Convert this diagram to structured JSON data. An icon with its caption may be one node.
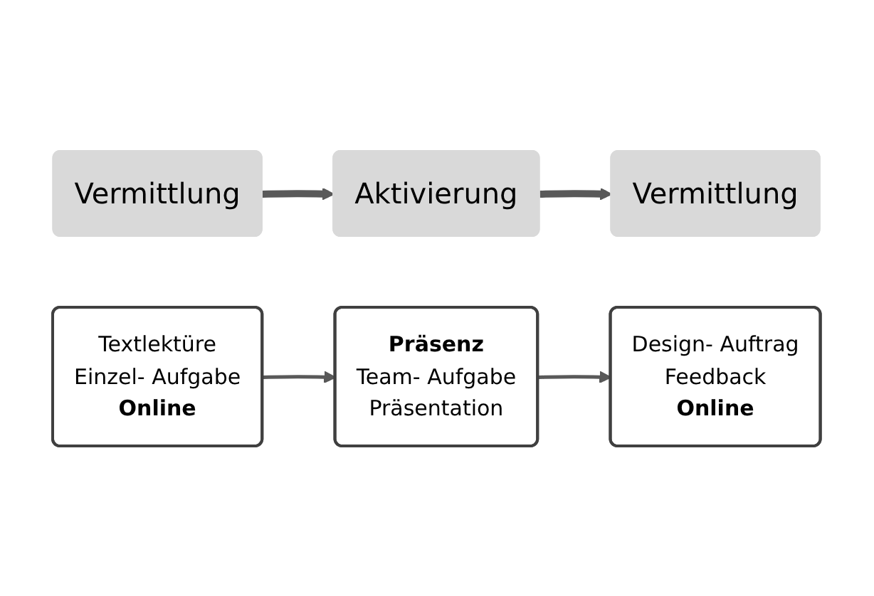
{
  "diagram": {
    "nodes": [
      {
        "text": [
          "Vermittlung"
        ]
      },
      {
        "text": [
          "Aktivierung"
        ]
      },
      {
        "text": [
          "Vermittlung"
        ]
      },
      {
        "text": [
          "Textlektüre",
          "Einzel- Aufgabe",
          "Online"
        ]
      },
      {
        "text": [
          "Präsenz",
          "Team- Aufgabe",
          "Präsentation"
        ]
      },
      {
        "text": [
          "Design- Auftrag",
          "Feedback",
          "Online"
        ]
      }
    ],
    "edges": [
      {
        "from": 0,
        "to": 1,
        "arrow": "to",
        "style": "thick"
      },
      {
        "from": 1,
        "to": 2,
        "arrow": "to",
        "style": "thick"
      },
      {
        "from": 3,
        "to": 4,
        "arrow": "to"
      },
      {
        "from": 4,
        "to": 5,
        "arrow": "to"
      }
    ]
  }
}
